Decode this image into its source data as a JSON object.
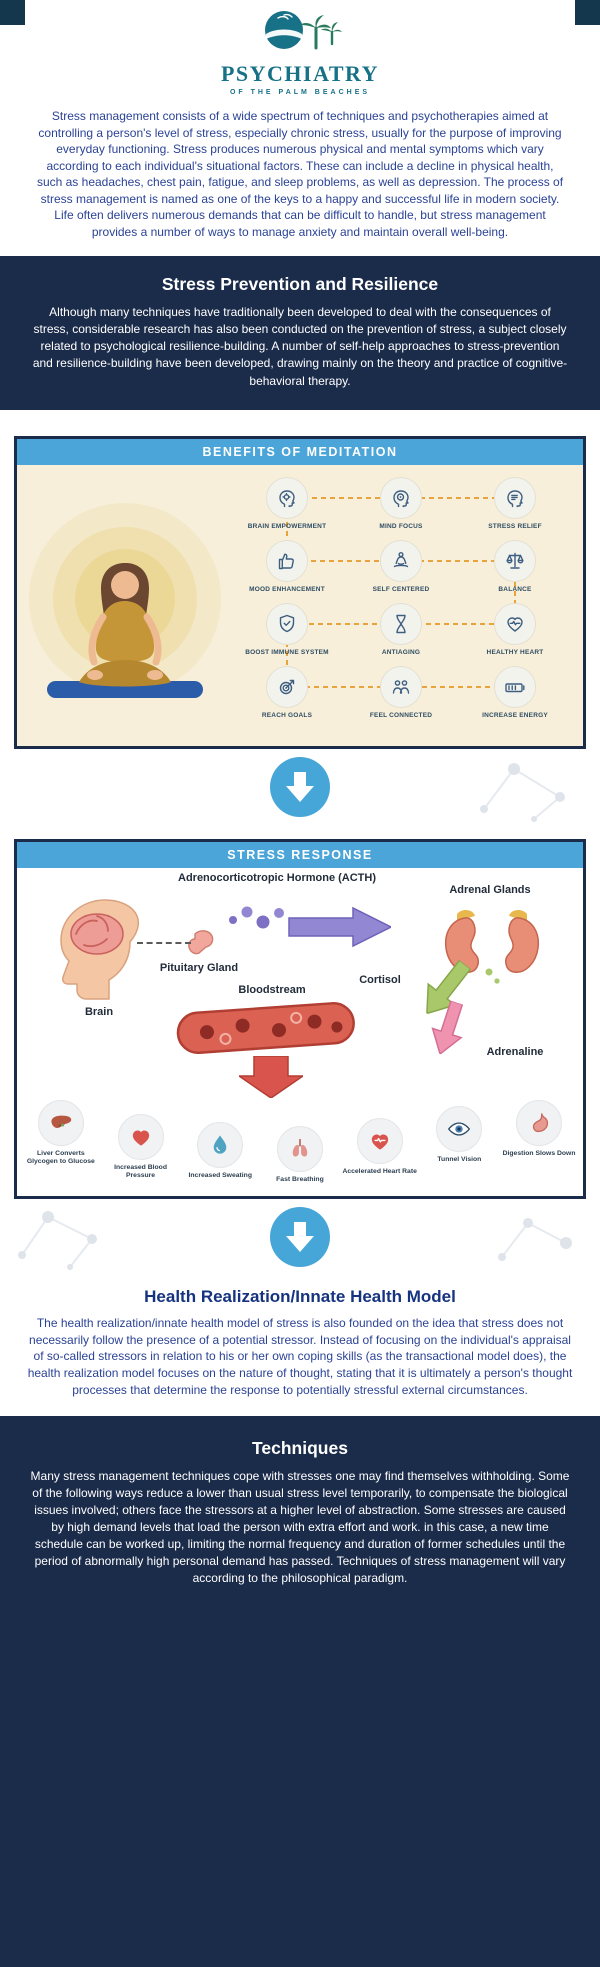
{
  "logo": {
    "title": "PSYCHIATRY",
    "subtitle": "OF THE PALM BEACHES"
  },
  "intro": {
    "text": "Stress management consists of a wide spectrum of techniques and psychotherapies aimed at controlling a person's level of stress, especially chronic stress, usually for the purpose of improving everyday functioning. Stress produces numerous physical and mental symptoms which vary according to each individual's situational factors. These can include a decline in physical health, such as headaches, chest pain, fatigue, and sleep problems, as well as depression. The process of stress management is named as one of the keys to a happy and successful life in modern society. Life often delivers numerous demands that can be difficult to handle, but stress management provides a number of ways to manage anxiety and maintain overall well-being."
  },
  "prevention": {
    "title": "Stress Prevention and Resilience",
    "body": "Although many techniques have traditionally been developed to deal with the consequences of stress, considerable research has also been conducted on the prevention of stress, a subject closely related to psychological resilience-building. A number of self-help approaches to stress-prevention and resilience-building have been developed, drawing mainly on the theory and practice of cognitive-behavioral therapy."
  },
  "meditation": {
    "title": "BENEFITS OF MEDITATION",
    "items": [
      {
        "label": "BRAIN EMPOWERMENT",
        "icon": "brain-empowerment-icon"
      },
      {
        "label": "MIND FOCUS",
        "icon": "mind-focus-icon"
      },
      {
        "label": "STRESS RELIEF",
        "icon": "stress-relief-icon"
      },
      {
        "label": "MOOD ENHANCEMENT",
        "icon": "thumbs-up-icon"
      },
      {
        "label": "SELF CENTERED",
        "icon": "meditating-person-icon"
      },
      {
        "label": "BALANCE",
        "icon": "scales-icon"
      },
      {
        "label": "BOOST IMMUNE SYSTEM",
        "icon": "shield-icon"
      },
      {
        "label": "ANTIAGING",
        "icon": "hourglass-icon"
      },
      {
        "label": "HEALTHY HEART",
        "icon": "heart-pulse-icon"
      },
      {
        "label": "REACH GOALS",
        "icon": "target-icon"
      },
      {
        "label": "FEEL CONNECTED",
        "icon": "people-icon"
      },
      {
        "label": "INCREASE ENERGY",
        "icon": "battery-icon"
      }
    ]
  },
  "stress_response": {
    "title": "STRESS RESPONSE",
    "labels": {
      "acth": "Adrenocorticotropic Hormone (ACTH)",
      "adrenal_glands": "Adrenal Glands",
      "pituitary_gland": "Pituitary Gland",
      "brain": "Brain",
      "cortisol": "Cortisol",
      "bloodstream": "Bloodstream",
      "adrenaline": "Adrenaline"
    },
    "effects": [
      {
        "label": "Liver Converts Glycogen to Glucose",
        "icon": "liver-icon"
      },
      {
        "label": "Increased Blood Pressure",
        "icon": "heart-icon"
      },
      {
        "label": "Increased Sweating",
        "icon": "sweat-drop-icon"
      },
      {
        "label": "Fast Breathing",
        "icon": "lungs-icon"
      },
      {
        "label": "Accelerated Heart Rate",
        "icon": "heart-rate-icon"
      },
      {
        "label": "Tunnel Vision",
        "icon": "eye-icon"
      },
      {
        "label": "Digestion Slows Down",
        "icon": "stomach-icon"
      }
    ]
  },
  "health_realization": {
    "title": "Health Realization/Innate Health Model",
    "body": "The health realization/innate health model of stress is also founded on the idea that stress does not necessarily follow the presence of a potential stressor. Instead of focusing on the individual's appraisal of so-called stressors in relation to his or her own coping skills (as the transactional model does), the health realization model focuses on the nature of thought, stating that it is ultimately a person's thought processes that determine the response to potentially stressful external circumstances."
  },
  "techniques": {
    "title": "Techniques",
    "body": "Many stress management techniques cope with stresses one may find themselves withholding. Some of the following ways reduce a lower than usual stress level temporarily, to compensate the biological issues involved; others face the stressors at a higher level of abstraction. Some stresses are caused by high demand levels that load the person with extra effort and work. in this case, a new time schedule can be worked up, limiting the normal frequency and duration of former schedules until the period of abnormally high personal demand has passed. Techniques of stress management will vary according to the philosophical paradigm."
  },
  "colors": {
    "navy": "#1b2b4a",
    "header_blue": "#4ba5d8",
    "text_blue": "#2b4396",
    "cream": "#f7efda",
    "teal": "#177187",
    "arrow_blue": "#47a6d8",
    "connector_orange": "#e8a43c"
  }
}
